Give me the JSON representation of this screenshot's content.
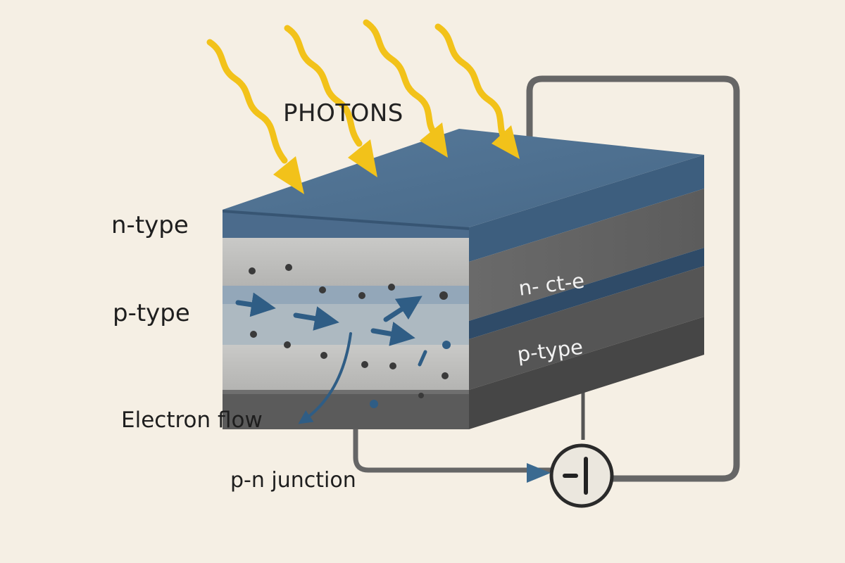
{
  "labels": {
    "photons": "PHOTONS",
    "n_type": "n-type",
    "p_type": "p-type",
    "electron_flow": "Electron flow",
    "pn_junction": "p-n junction",
    "side_n_type": "n- ct-e",
    "side_p_type": "p-type"
  },
  "colors": {
    "background": "#f5efe4",
    "n_layer": "#4a6a8a",
    "p_layer": "#bdbdbb",
    "photon_arrows": "#f2c21a",
    "electron_arrows": "#2f5d85",
    "wire": "#666666"
  },
  "icons": {
    "photon": "wavy-arrow-icon",
    "load": "battery-symbol-icon",
    "electron": "arrow-right-icon"
  }
}
